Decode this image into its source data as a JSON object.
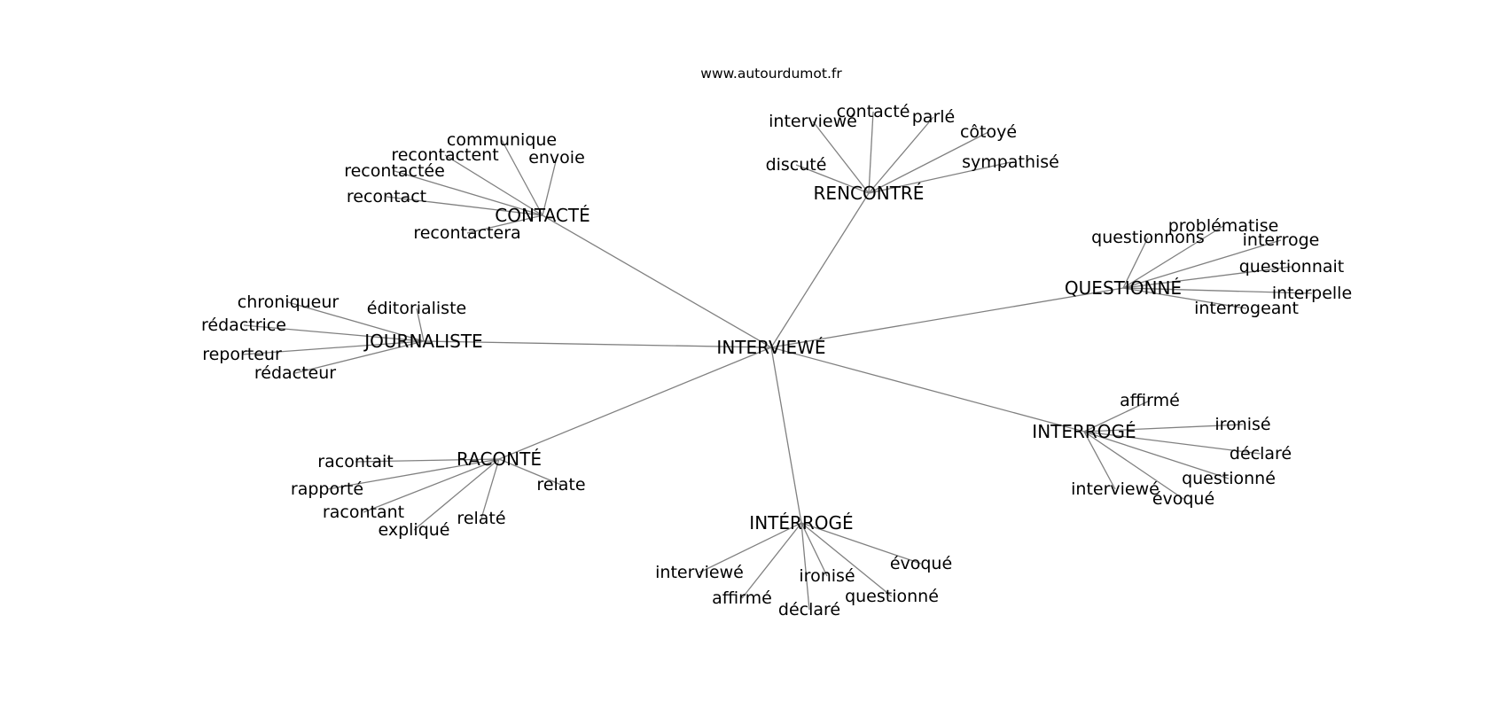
{
  "site": "www.autourdumot.fr",
  "graph": {
    "center": "INTERVIEWÉ",
    "clusters": [
      {
        "hub": "CONTACTÉ",
        "leaves": [
          "communique",
          "recontactent",
          "envoie",
          "recontactée",
          "recontact",
          "recontactera"
        ]
      },
      {
        "hub": "RENCONTRÉ",
        "leaves": [
          "interviewé",
          "contacté",
          "parlé",
          "côtoyé",
          "discuté",
          "sympathisé"
        ]
      },
      {
        "hub": "QUESTIONNÉ",
        "leaves": [
          "questionnons",
          "problématise",
          "interroge",
          "questionnait",
          "interpelle",
          "interrogeant"
        ]
      },
      {
        "hub": "JOURNALISTE",
        "leaves": [
          "chroniqueur",
          "éditorialiste",
          "rédactrice",
          "reporteur",
          "rédacteur"
        ]
      },
      {
        "hub": "INTERROGÉ",
        "leaves": [
          "affirmé",
          "ironisé",
          "déclaré",
          "questionné",
          "interviewé",
          "évoqué"
        ]
      },
      {
        "hub": "RACONTÉ",
        "leaves": [
          "racontait",
          "rapporté",
          "racontant",
          "expliqué",
          "relaté",
          "relate"
        ]
      },
      {
        "hub": "INTÉRROGÉ",
        "leaves": [
          "interviewé",
          "affirmé",
          "déclaré",
          "ironisé",
          "questionné",
          "évoqué"
        ]
      }
    ]
  }
}
